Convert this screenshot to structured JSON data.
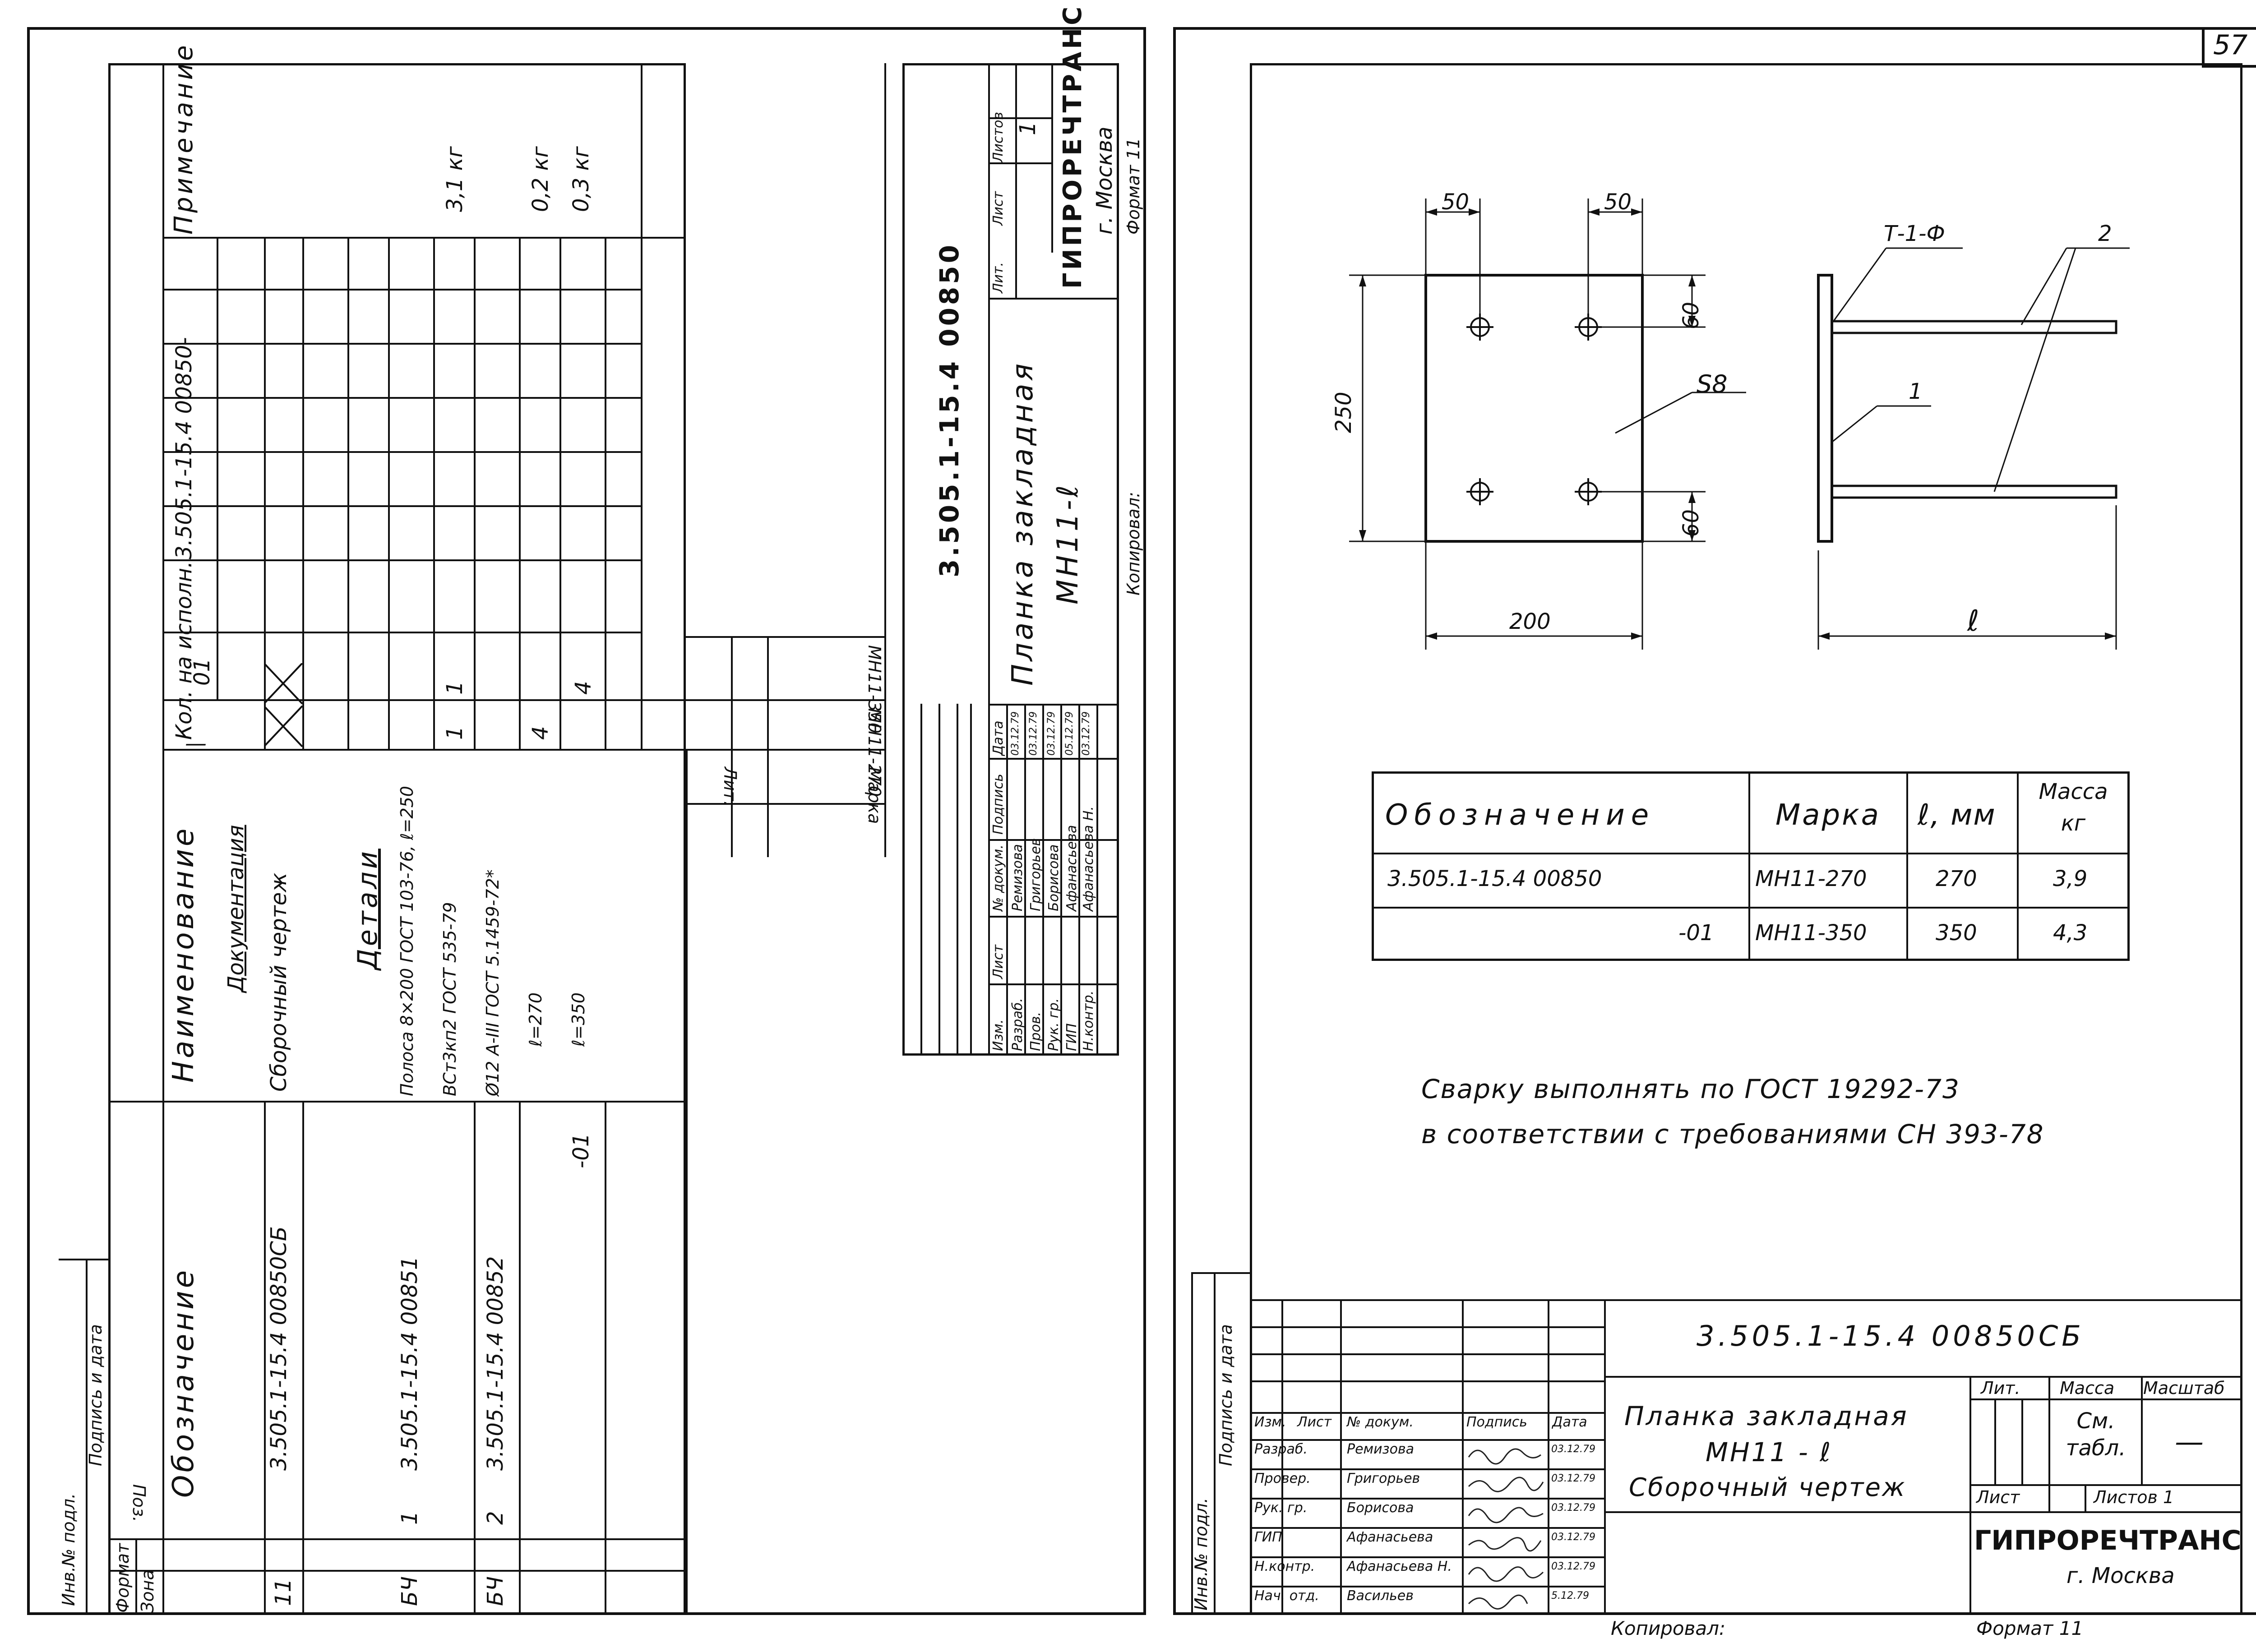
{
  "sheet_number": "57",
  "left": {
    "header": {
      "prim": "Примечание",
      "kol": "Кол. на исполн.",
      "doc": "3.505.1-15.4 00850-",
      "dash": "—",
      "col01": "01",
      "name": "Наименование",
      "oboz": "Обозначение",
      "format": "Формат",
      "zona": "Зона",
      "poz": "Поз."
    },
    "rows": {
      "documentation": "Документация",
      "sb_oboz": "3.505.1-15.4 00850СБ",
      "sb_name": "Сборочный чертеж",
      "sb_format": "11",
      "details": "Детали",
      "r1_format": "БЧ",
      "r1_poz": "1",
      "r1_oboz": "3.505.1-15.4 00851",
      "r1_name1": "Полоса 8×200 ГОСТ 103-76, ℓ=250",
      "r1_name2": "ВСт3кп2 ГОСТ 535-79",
      "r1_q1": "1",
      "r1_q2": "1",
      "r1_note": "3,1 кг",
      "r2_format": "БЧ",
      "r2_poz": "2",
      "r2_oboz": "3.505.1-15.4 00852",
      "r2_name1": "Ø12 А-III ГОСТ 5.1459-72*",
      "r2_name2": "ℓ=270",
      "r2_q1": "4",
      "r2_note": "0,2 кг",
      "r3_oboz": "-01",
      "r3_name": "ℓ=350",
      "r3_q2": "4",
      "r3_note": "0,3 кг"
    },
    "marks": {
      "label": "Марка",
      "lit": "Лит.",
      "m1": "МН11-270",
      "m2": "МН11-350"
    },
    "title_block": {
      "doc": "3.505.1-15.4 00850",
      "name1": "Планка закладная",
      "name2": "МН11-ℓ",
      "lit": "Лит.",
      "list": "Лист",
      "listov": "Листов",
      "listov_val": "1",
      "org": "ГИПРОРЕЧТРАНС",
      "city": "г. Москва",
      "format": "Формат 11",
      "copied": "Копировал:",
      "cols": [
        "Изм.",
        "Лист",
        "№ докум.",
        "Подпись",
        "Дата"
      ],
      "roles": [
        "Разраб.",
        "Пров.",
        "Рук. гр.",
        "ГИП",
        "Н.контр."
      ],
      "people": [
        "Ремизова",
        "Григорьев",
        "Борисова",
        "Афанасьева",
        "Афанасьева Н."
      ],
      "dates": [
        "03.12.79",
        "03.12.79",
        "03.12.79",
        "05.12.79",
        "03.12.79"
      ]
    },
    "side": [
      "Инв.№ подл.",
      "Подпись и дата"
    ]
  },
  "right": {
    "dims": {
      "d50a": "50",
      "d50b": "50",
      "d250": "250",
      "d200": "200",
      "d60a": "60",
      "d60b": "60",
      "s8": "S8",
      "weld": "Т-1-Ф",
      "l": "ℓ",
      "c1": "1",
      "c2": "2"
    },
    "table": {
      "headers": [
        "Обозначение",
        "Марка",
        "ℓ, мм",
        "Масса кг"
      ],
      "rows": [
        [
          "3.505.1-15.4 00850",
          "МН11-270",
          "270",
          "3,9"
        ],
        [
          "-01",
          "МН11-350",
          "350",
          "4,3"
        ]
      ]
    },
    "notes": [
      "Сварку выполнять по ГОСТ 19292-73",
      "в соответствии с требованиями СН 393-78"
    ],
    "title_block": {
      "doc": "3.505.1-15.4 00850СБ",
      "name1": "Планка закладная",
      "name2": "МН11 - ℓ",
      "name3": "Сборочный чертеж",
      "cols": [
        "Изм.",
        "Лист",
        "№ докум.",
        "Подпись",
        "Дата"
      ],
      "roles": [
        "Разраб.",
        "Провер.",
        "Рук. гр.",
        "ГИП",
        "Н.контр.",
        "Нач. отд."
      ],
      "people": [
        "Ремизова",
        "Григорьев",
        "Борисова",
        "Афанасьева",
        "Афанасьева Н.",
        "Васильев"
      ],
      "dates": [
        "03.12.79",
        "03.12.79",
        "03.12.79",
        "03.12.79",
        "03.12.79",
        "5.12.79"
      ],
      "lit": "Лит.",
      "massa": "Масса",
      "masshtab": "Масштаб",
      "massa_val": "См. табл.",
      "masshtab_val": "—",
      "list": "Лист",
      "listov": "Листов 1",
      "org": "ГИПРОРЕЧТРАНС",
      "city": "г. Москва",
      "format": "Формат 11",
      "copied": "Копировал:"
    },
    "side": [
      "Инв.№ подл.",
      "Подпись и дата"
    ]
  }
}
